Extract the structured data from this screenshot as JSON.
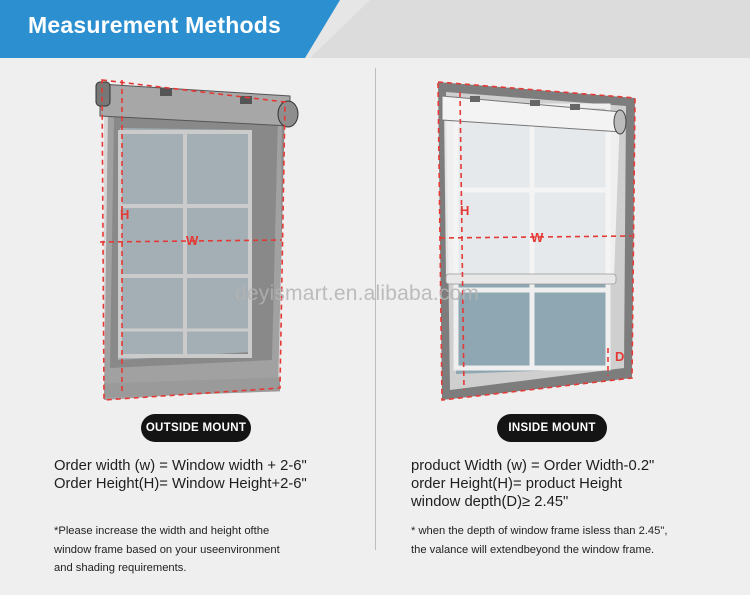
{
  "header": {
    "title": "Measurement Methods"
  },
  "watermark": "deyismart.en.alibaba.com",
  "outside_mount": {
    "badge": "OUTSIDE MOUNT",
    "diagram_labels": {
      "height": "H",
      "width": "W"
    },
    "formula_lines": [
      "Order width (w) = Window width + 2-6\"",
      "Order Height(H)= Window Height+2-6\""
    ],
    "note_lines": [
      "*Please increase the width and height ofthe",
      "window frame based on your useenvironment",
      "and shading requirements."
    ]
  },
  "inside_mount": {
    "badge": "INSIDE MOUNT",
    "diagram_labels": {
      "height": "H",
      "width": "W",
      "depth": "D"
    },
    "formula_lines": [
      "product Width (w) = Order Width-0.2\"",
      "order Height(H)= product Height",
      "window depth(D)≥ 2.45\""
    ],
    "note_lines": [
      "* when the depth of window frame isless than 2.45\",",
      "the valance will extendbeyond the window frame."
    ]
  },
  "colors": {
    "banner": "#2b8fd0",
    "measure_line": "#e53935",
    "badge_bg": "#141414"
  }
}
